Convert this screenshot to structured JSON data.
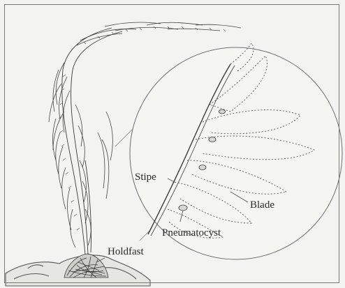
{
  "diagram": {
    "labels": {
      "stipe": "Stipe",
      "blade": "Blade",
      "pneumatocyst": "Pneumatocyst",
      "holdfast": "Holdfast"
    }
  },
  "colors": {
    "ink": "#2a2a2a",
    "paper": "#f3f3f1",
    "frame": "#7a7a7a"
  }
}
